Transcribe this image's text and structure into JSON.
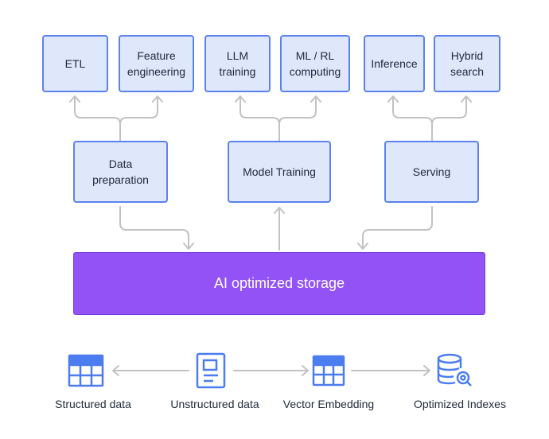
{
  "top_tasks": [
    {
      "id": "etl",
      "label": "ETL"
    },
    {
      "id": "feature-engineering",
      "label": "Feature\nengineering"
    },
    {
      "id": "llm-training",
      "label": "LLM\ntraining"
    },
    {
      "id": "ml-rl-computing",
      "label": "ML / RL\ncomputing"
    },
    {
      "id": "inference",
      "label": "Inference"
    },
    {
      "id": "hybrid-search",
      "label": "Hybrid\nsearch"
    }
  ],
  "stages": [
    {
      "id": "data-preparation",
      "label": "Data\npreparation"
    },
    {
      "id": "model-training",
      "label": "Model Training"
    },
    {
      "id": "serving",
      "label": "Serving"
    }
  ],
  "storage": {
    "label": "AI optimized storage"
  },
  "legend": [
    {
      "id": "structured-data",
      "label": "Structured data",
      "icon": "table-icon"
    },
    {
      "id": "unstructured-data",
      "label": "Unstructured data",
      "icon": "document-icon"
    },
    {
      "id": "vector-embedding",
      "label": "Vector Embedding",
      "icon": "table-icon"
    },
    {
      "id": "optimized-indexes",
      "label": "Optimized Indexes",
      "icon": "database-search-icon"
    }
  ],
  "colors": {
    "box_fill": "#dfe7fb",
    "box_border": "#5b82ef",
    "storage_fill": "#9252f5",
    "connector": "#c2c2c2",
    "icon": "#4b7cf0"
  }
}
